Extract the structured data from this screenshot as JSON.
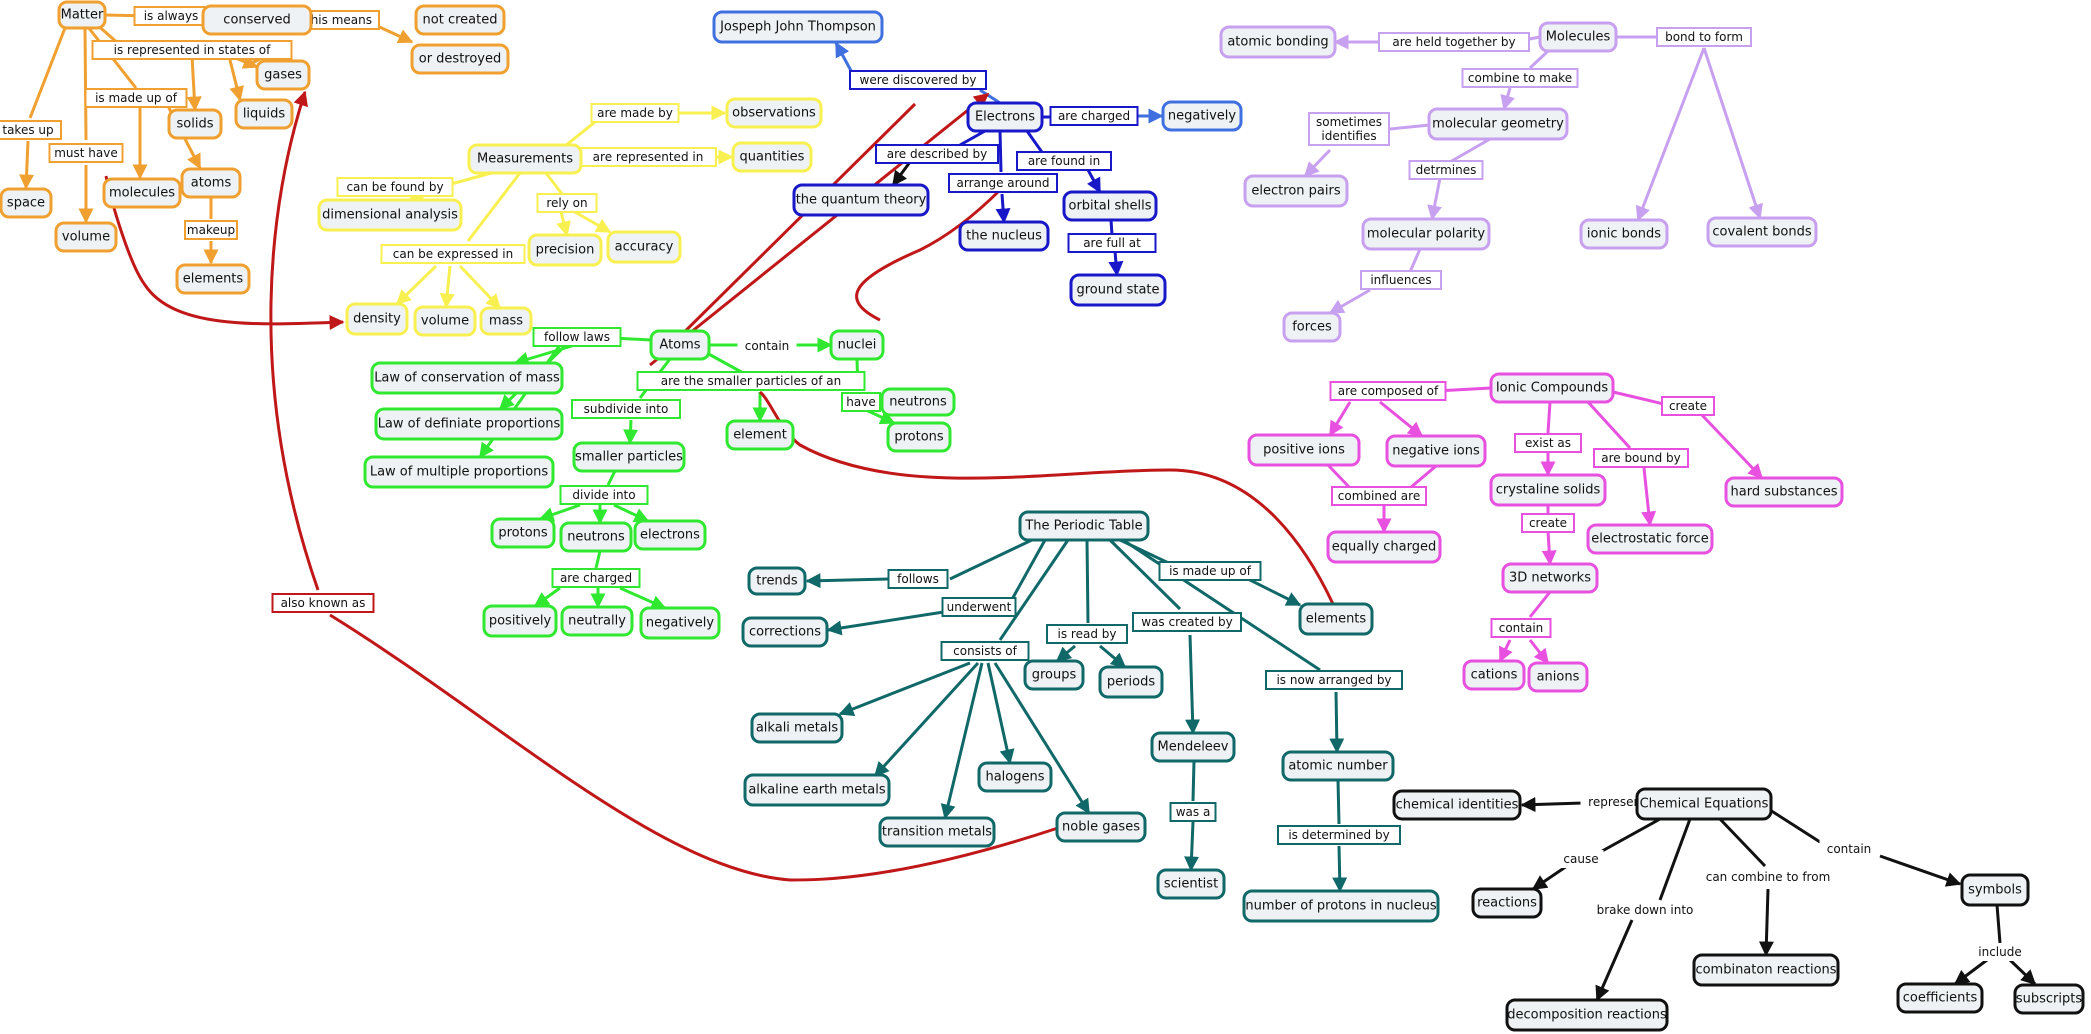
{
  "colors": {
    "orange": "#f0a030",
    "yellow": "#f8f050",
    "green": "#30e830",
    "blue": "#1818c8",
    "lightblue": "#4070e0",
    "purple": "#c8a0f0",
    "magenta": "#e850e0",
    "teal": "#106868",
    "black": "#111111",
    "red": "#c01818"
  },
  "nodes": [
    {
      "id": "matter",
      "text": "Matter",
      "c": "orange"
    },
    {
      "id": "conserved",
      "text": "conserved",
      "c": "orange"
    },
    {
      "id": "notcreated",
      "text": "not created",
      "c": "orange"
    },
    {
      "id": "destroyed",
      "text": "or destroyed",
      "c": "orange"
    },
    {
      "id": "gases",
      "text": "gases",
      "c": "orange"
    },
    {
      "id": "liquids",
      "text": "liquids",
      "c": "orange"
    },
    {
      "id": "solids",
      "text": "solids",
      "c": "orange"
    },
    {
      "id": "atoms_o",
      "text": "atoms",
      "c": "orange"
    },
    {
      "id": "molecules_o",
      "text": "molecules",
      "c": "orange"
    },
    {
      "id": "space",
      "text": "space",
      "c": "orange"
    },
    {
      "id": "volume_o",
      "text": "volume",
      "c": "orange"
    },
    {
      "id": "elements_o",
      "text": "elements",
      "c": "orange"
    },
    {
      "id": "measurements",
      "text": "Measurements",
      "c": "yellow"
    },
    {
      "id": "observations",
      "text": "observations",
      "c": "yellow"
    },
    {
      "id": "quantities",
      "text": "quantities",
      "c": "yellow"
    },
    {
      "id": "dimensional",
      "text": "dimensional analysis",
      "c": "yellow"
    },
    {
      "id": "precision",
      "text": "precision",
      "c": "yellow"
    },
    {
      "id": "accuracy",
      "text": "accuracy",
      "c": "yellow"
    },
    {
      "id": "density",
      "text": "density",
      "c": "yellow"
    },
    {
      "id": "volume_y",
      "text": "volume",
      "c": "yellow"
    },
    {
      "id": "mass",
      "text": "mass",
      "c": "yellow"
    },
    {
      "id": "atoms_g",
      "text": "Atoms",
      "c": "green"
    },
    {
      "id": "nuclei",
      "text": "nuclei",
      "c": "green"
    },
    {
      "id": "neutrons_g1",
      "text": "neutrons",
      "c": "green"
    },
    {
      "id": "protons_g1",
      "text": "protons",
      "c": "green"
    },
    {
      "id": "element_g",
      "text": "element",
      "c": "green"
    },
    {
      "id": "law1",
      "text": "Law of conservation of mass",
      "c": "green"
    },
    {
      "id": "law2",
      "text": "Law of definiate proportions",
      "c": "green"
    },
    {
      "id": "law3",
      "text": "Law of multiple proportions",
      "c": "green"
    },
    {
      "id": "smaller",
      "text": "smaller particles",
      "c": "green"
    },
    {
      "id": "protons_g2",
      "text": "protons",
      "c": "green"
    },
    {
      "id": "neutrons_g2",
      "text": "neutrons",
      "c": "green"
    },
    {
      "id": "electrons_g",
      "text": "electrons",
      "c": "green"
    },
    {
      "id": "positively",
      "text": "positively",
      "c": "green"
    },
    {
      "id": "neutrally",
      "text": "neutrally",
      "c": "green"
    },
    {
      "id": "negatively_g",
      "text": "negatively",
      "c": "green"
    },
    {
      "id": "thompson",
      "text": "Jospeph John Thompson",
      "c": "lightblue"
    },
    {
      "id": "electrons_b",
      "text": "Electrons",
      "c": "blue"
    },
    {
      "id": "negatively_b",
      "text": "negatively",
      "c": "lightblue"
    },
    {
      "id": "quantum",
      "text": "the quantum theory",
      "c": "blue"
    },
    {
      "id": "nucleus",
      "text": "the nucleus",
      "c": "blue"
    },
    {
      "id": "orbital",
      "text": "orbital shells",
      "c": "blue"
    },
    {
      "id": "ground",
      "text": "ground state",
      "c": "blue"
    },
    {
      "id": "molecules_p",
      "text": "Molecules",
      "c": "purple"
    },
    {
      "id": "atomicbonding",
      "text": "atomic bonding",
      "c": "purple"
    },
    {
      "id": "molgeom",
      "text": "molecular geometry",
      "c": "purple"
    },
    {
      "id": "electronpairs",
      "text": "electron pairs",
      "c": "purple"
    },
    {
      "id": "molpolarity",
      "text": "molecular polarity",
      "c": "purple"
    },
    {
      "id": "forces",
      "text": "forces",
      "c": "purple"
    },
    {
      "id": "ionicbonds",
      "text": "ionic bonds",
      "c": "purple"
    },
    {
      "id": "covalent",
      "text": "covalent bonds",
      "c": "purple"
    },
    {
      "id": "ionic",
      "text": "Ionic Compounds",
      "c": "magenta"
    },
    {
      "id": "posions",
      "text": "positive ions",
      "c": "magenta"
    },
    {
      "id": "negions",
      "text": "negative ions",
      "c": "magenta"
    },
    {
      "id": "equally",
      "text": "equally charged",
      "c": "magenta"
    },
    {
      "id": "crystaline",
      "text": "crystaline solids",
      "c": "magenta"
    },
    {
      "id": "electrostatic",
      "text": "electrostatic force",
      "c": "magenta"
    },
    {
      "id": "hard",
      "text": "hard substances",
      "c": "magenta"
    },
    {
      "id": "networks",
      "text": "3D networks",
      "c": "magenta"
    },
    {
      "id": "cations",
      "text": "cations",
      "c": "magenta"
    },
    {
      "id": "anions",
      "text": "anions",
      "c": "magenta"
    },
    {
      "id": "periodic",
      "text": "The Periodic Table",
      "c": "teal"
    },
    {
      "id": "trends",
      "text": "trends",
      "c": "teal"
    },
    {
      "id": "corrections",
      "text": "corrections",
      "c": "teal"
    },
    {
      "id": "elements_t",
      "text": "elements",
      "c": "teal"
    },
    {
      "id": "groups",
      "text": "groups",
      "c": "teal"
    },
    {
      "id": "periods",
      "text": "periods",
      "c": "teal"
    },
    {
      "id": "alkali",
      "text": "alkali metals",
      "c": "teal"
    },
    {
      "id": "alkaline",
      "text": "alkaline earth metals",
      "c": "teal"
    },
    {
      "id": "halogens",
      "text": "halogens",
      "c": "teal"
    },
    {
      "id": "transition",
      "text": "transition metals",
      "c": "teal"
    },
    {
      "id": "noble",
      "text": "noble gases",
      "c": "teal"
    },
    {
      "id": "mendeleev",
      "text": "Mendeleev",
      "c": "teal"
    },
    {
      "id": "scientist",
      "text": "scientist",
      "c": "teal"
    },
    {
      "id": "atomicnumber",
      "text": "atomic number",
      "c": "teal"
    },
    {
      "id": "numprotons",
      "text": "number of protons in nucleus",
      "c": "teal"
    },
    {
      "id": "cheq",
      "text": "Chemical Equations",
      "c": "black"
    },
    {
      "id": "chemid",
      "text": "chemical identities",
      "c": "black"
    },
    {
      "id": "reactions",
      "text": "reactions",
      "c": "black"
    },
    {
      "id": "symbols",
      "text": "symbols",
      "c": "black"
    },
    {
      "id": "combination",
      "text": "combinaton reactions",
      "c": "black"
    },
    {
      "id": "decomposition",
      "text": "decomposition reactions",
      "c": "black"
    },
    {
      "id": "coefficients",
      "text": "coefficients",
      "c": "black"
    },
    {
      "id": "subscripts",
      "text": "subscripts",
      "c": "black"
    }
  ],
  "labels": [
    {
      "id": "l_isalways",
      "text": "is always",
      "c": "orange"
    },
    {
      "id": "l_thismeans",
      "text": "this means",
      "c": "orange"
    },
    {
      "id": "l_isrepstates",
      "text": "is represented in states of",
      "c": "orange"
    },
    {
      "id": "l_ismadeupof_o",
      "text": "is made up of",
      "c": "orange"
    },
    {
      "id": "l_takesup",
      "text": "takes up",
      "c": "orange"
    },
    {
      "id": "l_musthave",
      "text": "must have",
      "c": "orange"
    },
    {
      "id": "l_makeup",
      "text": "makeup",
      "c": "orange"
    },
    {
      "id": "l_aremadeby",
      "text": "are made by",
      "c": "yellow"
    },
    {
      "id": "l_arerepin",
      "text": "are represented in",
      "c": "yellow"
    },
    {
      "id": "l_canbefound",
      "text": "can be found by",
      "c": "yellow"
    },
    {
      "id": "l_relyon",
      "text": "rely on",
      "c": "yellow"
    },
    {
      "id": "l_canbeexp",
      "text": "can be expressed in",
      "c": "yellow"
    },
    {
      "id": "l_followlaws",
      "text": "follow laws",
      "c": "green"
    },
    {
      "id": "l_contain_g",
      "text": "contain",
      "c": "green",
      "plain": true
    },
    {
      "id": "l_smallerof",
      "text": "are the smaller particles of an",
      "c": "green"
    },
    {
      "id": "l_subdivide",
      "text": "subdivide into",
      "c": "green"
    },
    {
      "id": "l_have",
      "text": "have",
      "c": "green"
    },
    {
      "id": "l_divideinto",
      "text": "divide into",
      "c": "green"
    },
    {
      "id": "l_arecharged_g",
      "text": "are charged",
      "c": "green"
    },
    {
      "id": "l_discovered",
      "text": "were discovered by",
      "c": "blue"
    },
    {
      "id": "l_arecharged_b",
      "text": "are charged",
      "c": "blue"
    },
    {
      "id": "l_described",
      "text": "are described by",
      "c": "blue"
    },
    {
      "id": "l_arrange",
      "text": "arrange around",
      "c": "blue"
    },
    {
      "id": "l_foundin",
      "text": "are found in",
      "c": "blue"
    },
    {
      "id": "l_fullat",
      "text": "are full at",
      "c": "blue"
    },
    {
      "id": "l_heldtogether",
      "text": "are held together by",
      "c": "purple"
    },
    {
      "id": "l_bondtoform",
      "text": "bond to form",
      "c": "purple"
    },
    {
      "id": "l_combinetomake",
      "text": "combine to make",
      "c": "purple"
    },
    {
      "id": "l_sometimes",
      "text": "sometimes identifies",
      "c": "purple",
      "lines": [
        "sometimes",
        "identifies"
      ]
    },
    {
      "id": "l_detrmines",
      "text": "detrmines",
      "c": "purple"
    },
    {
      "id": "l_influences",
      "text": "influences",
      "c": "purple"
    },
    {
      "id": "l_composedof",
      "text": "are composed of",
      "c": "magenta"
    },
    {
      "id": "l_create1",
      "text": "create",
      "c": "magenta"
    },
    {
      "id": "l_existas",
      "text": "exist as",
      "c": "magenta"
    },
    {
      "id": "l_boundby",
      "text": "are bound by",
      "c": "magenta"
    },
    {
      "id": "l_combinedare",
      "text": "combined are",
      "c": "magenta"
    },
    {
      "id": "l_create2",
      "text": "create",
      "c": "magenta"
    },
    {
      "id": "l_contain_m",
      "text": "contain",
      "c": "magenta"
    },
    {
      "id": "l_follows",
      "text": "follows",
      "c": "teal"
    },
    {
      "id": "l_underwent",
      "text": "underwent",
      "c": "teal"
    },
    {
      "id": "l_ismadeupof_t",
      "text": "is made up of",
      "c": "teal"
    },
    {
      "id": "l_isreadby",
      "text": "is read by",
      "c": "teal"
    },
    {
      "id": "l_consistsof",
      "text": "consists of",
      "c": "teal"
    },
    {
      "id": "l_wascreated",
      "text": "was created by",
      "c": "teal"
    },
    {
      "id": "l_nowarranged",
      "text": "is now arranged by",
      "c": "teal"
    },
    {
      "id": "l_wasa",
      "text": "was a",
      "c": "teal"
    },
    {
      "id": "l_determinedby",
      "text": "is determined by",
      "c": "teal"
    },
    {
      "id": "l_represent",
      "text": "represent",
      "c": "black",
      "plain": true
    },
    {
      "id": "l_cause",
      "text": "cause",
      "c": "black",
      "plain": true
    },
    {
      "id": "l_canbine",
      "text": "can combine to from",
      "c": "black",
      "plain": true
    },
    {
      "id": "l_contain_k",
      "text": "contain",
      "c": "black",
      "plain": true
    },
    {
      "id": "l_brake",
      "text": "brake down into",
      "c": "black",
      "plain": true
    },
    {
      "id": "l_include",
      "text": "include",
      "c": "black",
      "plain": true
    },
    {
      "id": "l_alsoknown",
      "text": "also known as",
      "c": "red"
    }
  ]
}
